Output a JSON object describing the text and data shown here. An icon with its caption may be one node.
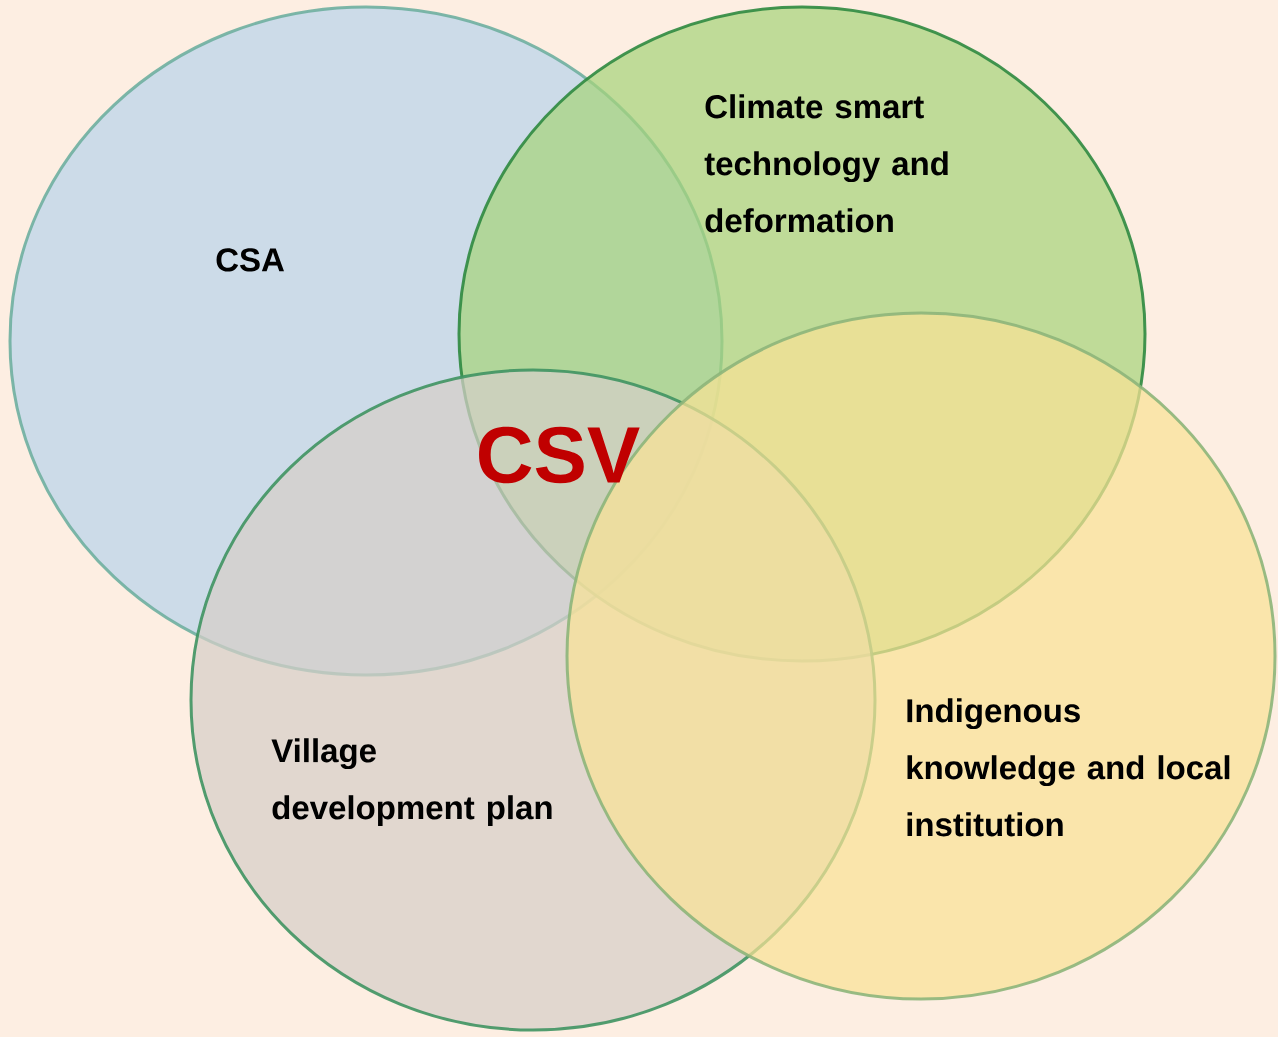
{
  "diagram": {
    "nodes": [
      {
        "text": [
          "CSA"
        ]
      },
      {
        "text": [
          "Climate smart technology and deformation"
        ]
      },
      {
        "text": [
          "Village development plan"
        ]
      },
      {
        "text": [
          "Indigenous knowledge and local institution"
        ]
      }
    ],
    "labels": [
      "CSV"
    ]
  }
}
